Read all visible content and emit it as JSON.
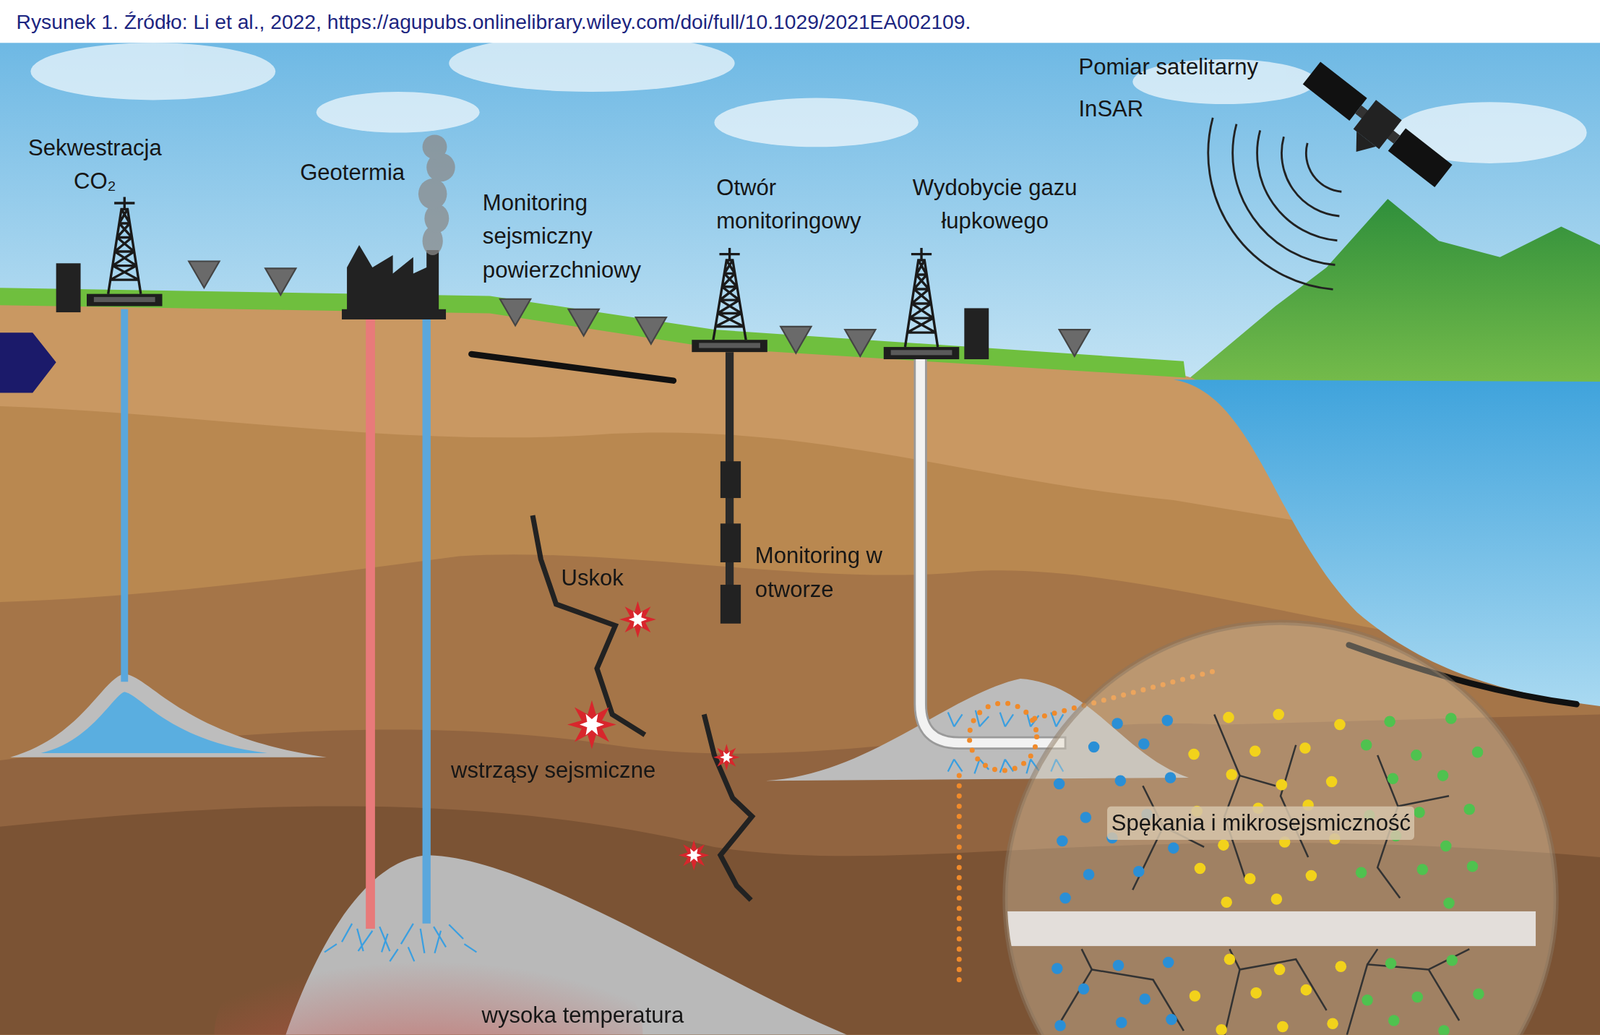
{
  "diagram": {
    "title": "Rysunek 1. Źródło: Li et al., 2022, https://agupubs.onlinelibrary.wiley.com/doi/full/10.1029/2021EA002109.",
    "labels": [
      "Sekwestracja CO₂",
      "Geotermia",
      "Monitoring sejsmiczny powierzchniowy",
      "Otwór monitoringowy",
      "Wydobycie gazu łupkowego",
      "Pomiar satelitarny InSAR",
      "Uskok",
      "Monitoring w otworze",
      "wstrząsy sejsmiczne",
      "Spękania i mikrosejsmiczność",
      "wysoka temperatura"
    ]
  }
}
